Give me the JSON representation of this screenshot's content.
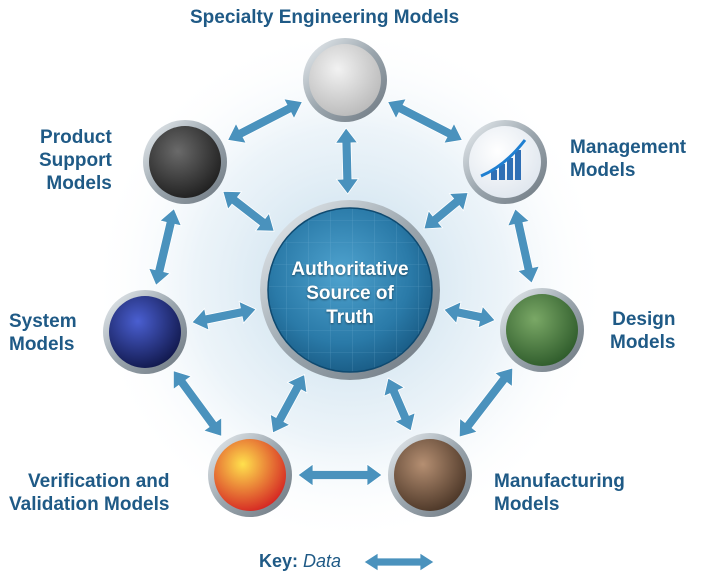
{
  "center": {
    "label": "Authoritative\nSource of\nTruth"
  },
  "nodes": [
    {
      "id": "specialty",
      "label": "Specialty Engineering Models",
      "icon": "engineer-ergonomics-icon"
    },
    {
      "id": "management",
      "label": "Management\nModels",
      "icon": "rising-bar-chart-icon"
    },
    {
      "id": "design",
      "label": "Design\nModels",
      "icon": "circuit-board-icon"
    },
    {
      "id": "manufacturing",
      "label": "Manufacturing\nModels",
      "icon": "machinery-icon"
    },
    {
      "id": "verification",
      "label": "Verification and\nValidation Models",
      "icon": "heatmap-simulation-icon"
    },
    {
      "id": "system",
      "label": "System\nModels",
      "icon": "satellite-network-icon"
    },
    {
      "id": "product-support",
      "label": "Product\nSupport\nModels",
      "icon": "technician-icon"
    }
  ],
  "key": {
    "prefix": "Key:",
    "label": "Data"
  },
  "colors": {
    "arrow": "#4a92bd",
    "label": "#1f5a86",
    "center_fill": "#2a7aa8",
    "ring": "#7f8a94"
  }
}
